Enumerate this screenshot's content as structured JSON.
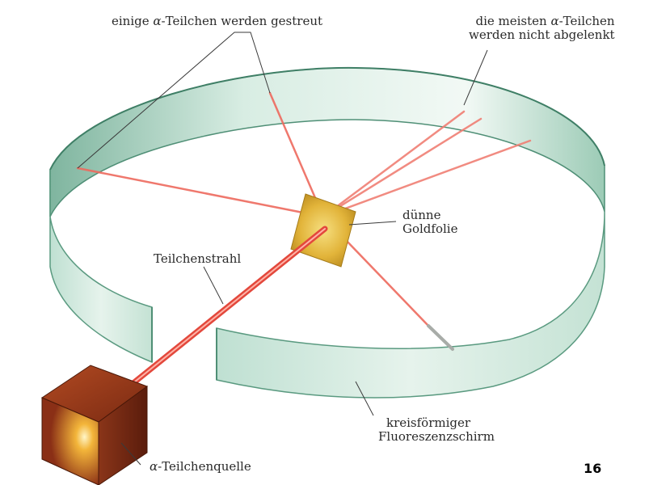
{
  "labels": {
    "scattered_prefix": "einige ",
    "scattered_alpha": "α",
    "scattered_suffix": "-Teilchen werden gestreut",
    "undeflected_line1_prefix": "die meisten ",
    "undeflected_line1_alpha": "α",
    "undeflected_line1_suffix": "-Teilchen",
    "undeflected_line2": "werden nicht abgelenkt",
    "foil_line1": "dünne",
    "foil_line2": "Goldfolie",
    "beam": "Teilchenstrahl",
    "screen_line1": "kreisförmiger",
    "screen_line2": "Fluoreszenzschirm",
    "source_alpha": "α",
    "source_suffix": "-Teilchenquelle"
  },
  "slide_number": "16",
  "colors": {
    "screen_inner": "#cde8dc",
    "screen_outer": "#e3f2ea",
    "screen_edge": "#5a9a80",
    "ray": "#e85a4f",
    "gold": "#e3b83a",
    "source": "#9a3e1e"
  }
}
